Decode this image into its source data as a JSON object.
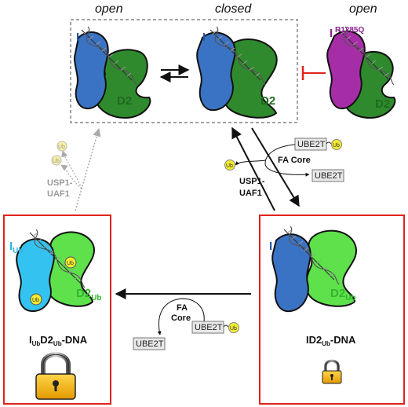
{
  "headers": {
    "open_left": "open",
    "closed": "closed",
    "open_right": "open"
  },
  "labels": {
    "I": "I",
    "D2": "D2",
    "I_mut": "I",
    "mut_sup": "R1285Q",
    "I_ub_main": "I",
    "I_ub_sub": "Ub",
    "D2_ub_main": "D2",
    "D2_ub_sub": "Ub",
    "Ub": "Ub"
  },
  "enzymes": {
    "ube2t": "UBE2T",
    "fa_core": "FA Core",
    "fa": "FA",
    "core": "Core",
    "usp1": "USP1-",
    "uaf1": "UAF1"
  },
  "states": {
    "left_I": "I",
    "left_Isub": "Ub",
    "left_D2": "D2",
    "left_D2sub": "Ub",
    "left_tail": "-DNA",
    "right_main": "ID2",
    "right_sub": "Ub",
    "right_tail": "-DNA"
  },
  "colors": {
    "I": "#3b73c4",
    "D2": "#2f8a2e",
    "I_ub": "#34c3f0",
    "D2_ub": "#5ee14b",
    "mutant": "#a52da6",
    "ub": "#f3ec2d",
    "red": "#e2231a",
    "grey": "#aaaaaa"
  }
}
